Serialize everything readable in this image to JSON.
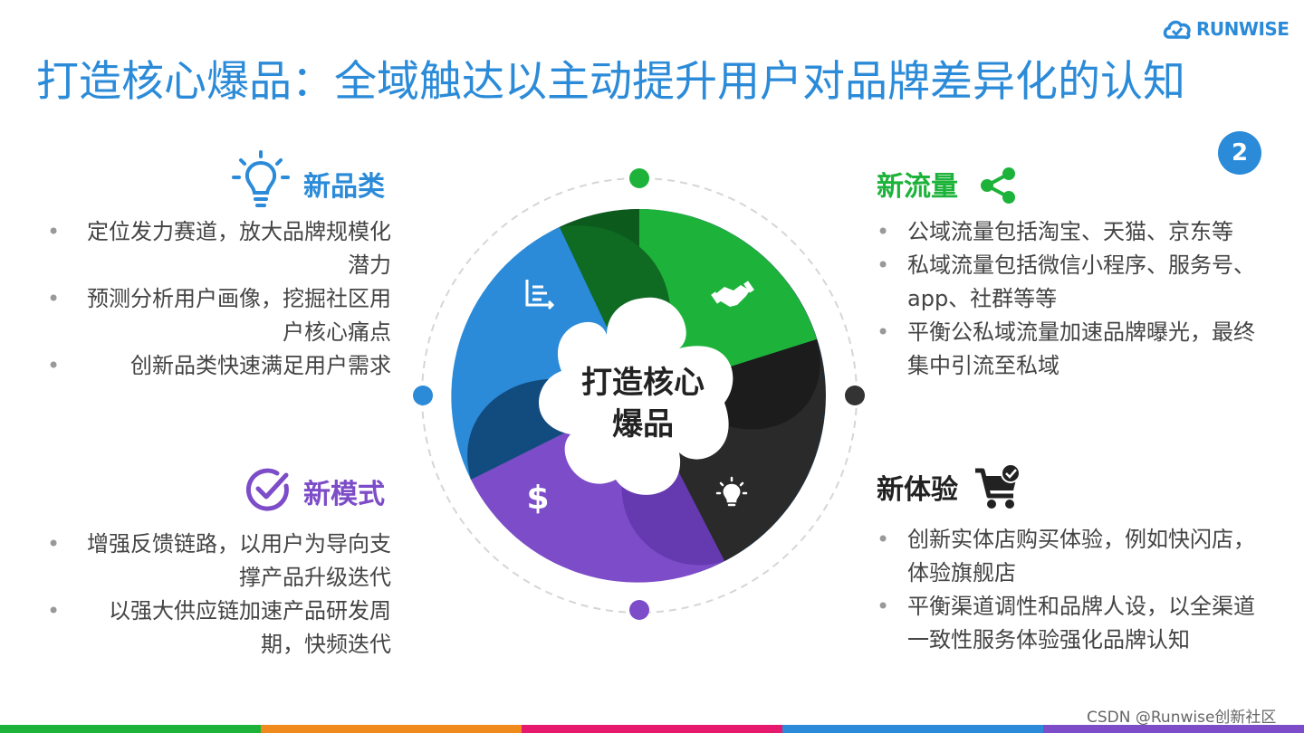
{
  "brand": {
    "logo_text": "RUNWISE",
    "primary_color": "#2b8bd8"
  },
  "title": "打造核心爆品：全域触达以主动提升用户对品牌差异化的认知",
  "badge": "2",
  "center": {
    "line1": "打造核心",
    "line2": "爆品"
  },
  "sections": {
    "new_category": {
      "title": "新品类",
      "icon": "lightbulb-icon",
      "color": "#2b8bd8",
      "bullets": [
        "定位发力赛道，放大品牌规模化潜力",
        "预测分析用户画像，挖掘社区用户核心痛点",
        "创新品类快速满足用户需求"
      ]
    },
    "new_traffic": {
      "title": "新流量",
      "icon": "share-icon",
      "color": "#1db33a",
      "bullets": [
        "公域流量包括淘宝、天猫、京东等",
        "私域流量包括微信小程序、服务号、app、社群等等",
        "平衡公私域流量加速品牌曝光，最终集中引流至私域"
      ]
    },
    "new_model": {
      "title": "新模式",
      "icon": "check-circle-icon",
      "color": "#7d4cc8",
      "bullets": [
        "增强反馈链路，以用户为导向支撑产品升级迭代",
        "以强大供应链加速产品研发周期，快频迭代"
      ]
    },
    "new_experience": {
      "title": "新体验",
      "icon": "shopping-cart-icon",
      "color": "#222222",
      "bullets": [
        "创新实体店购买体验，例如快闪店，体验旗舰店",
        "平衡渠道调性和品牌人设，以全渠道一致性服务体验强化品牌认知"
      ]
    }
  },
  "wheel_icons": [
    "chart-icon",
    "handshake-icon",
    "dollar-icon",
    "lightbulb-icon"
  ],
  "watermark": "CSDN @Runwise创新社区"
}
